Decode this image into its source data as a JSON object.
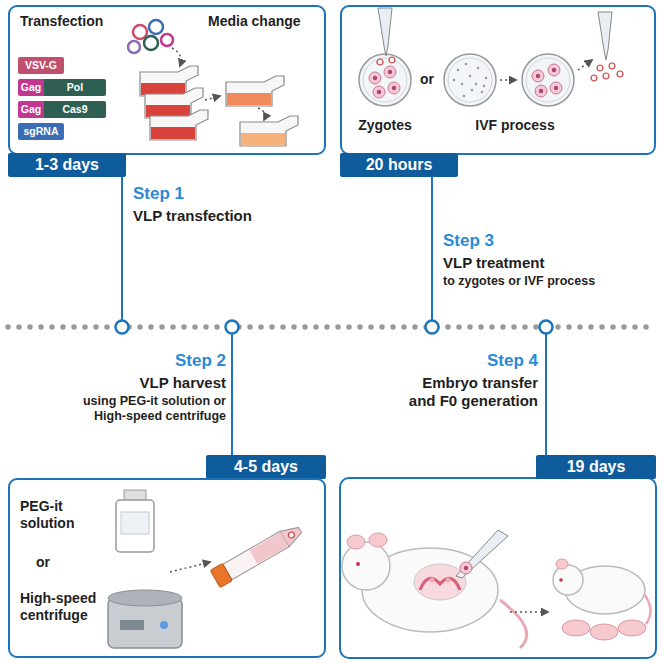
{
  "diagram": {
    "nodes": [
      {
        "text": [
          "Transfection",
          "Media change"
        ]
      },
      {
        "text": [
          "VSV-G"
        ],
        "in": 0
      },
      {
        "text": [
          "Gag"
        ],
        "in": 0
      },
      {
        "text": [
          "Pol"
        ],
        "in": 0
      },
      {
        "text": [
          "Gag"
        ],
        "in": 0
      },
      {
        "text": [
          "Cas9"
        ],
        "in": 0
      },
      {
        "text": [
          "sgRNA"
        ],
        "in": 0
      },
      {
        "text": [
          "Zygotes",
          "or",
          "IVF process"
        ]
      },
      {
        "text": [
          "1-3 days"
        ]
      },
      {
        "text": [
          "20 hours"
        ]
      },
      {
        "text": [
          "4-5 days"
        ]
      },
      {
        "text": [
          "PEG-it solution",
          "or",
          "High-speed centrifuge"
        ]
      },
      {
        "text": [
          "19 days"
        ]
      }
    ],
    "labels": [
      "Step 1",
      "VLP transfection",
      "Step 3",
      "VLP treatment",
      "to zygotes or IVF process",
      "Step 2",
      "VLP harvest",
      "using PEG-it solution or High-speed centrifuge",
      "Step 4",
      "Embryo transfer and F0 generation"
    ]
  }
}
